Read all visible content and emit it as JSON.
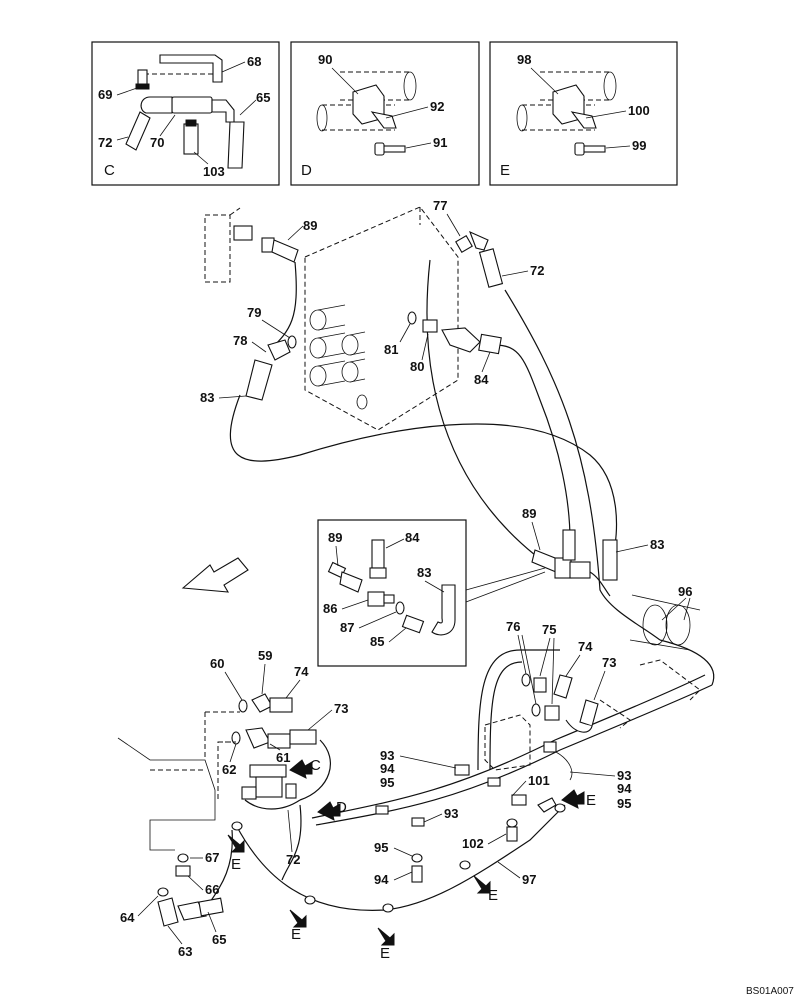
{
  "detail_boxes": [
    {
      "letter": "C",
      "labels": [
        "68",
        "69",
        "65",
        "72",
        "70",
        "103"
      ]
    },
    {
      "letter": "D",
      "labels": [
        "90",
        "92",
        "91"
      ]
    },
    {
      "letter": "E",
      "labels": [
        "98",
        "100",
        "99"
      ]
    }
  ],
  "callouts": [
    "89",
    "77",
    "72",
    "79",
    "78",
    "81",
    "80",
    "84",
    "83",
    "89",
    "83",
    "96",
    "89",
    "84",
    "83",
    "86",
    "87",
    "85",
    "76",
    "75",
    "74",
    "73",
    "60",
    "59",
    "74",
    "73",
    "61",
    "62",
    "93",
    "94",
    "95",
    "101",
    "93",
    "94",
    "95",
    "93",
    "95",
    "102",
    "94",
    "97",
    "67",
    "66",
    "64",
    "63",
    "65",
    "72"
  ],
  "view_markers": [
    "C",
    "D",
    "E",
    "E",
    "E",
    "E",
    "E"
  ],
  "drawing_code": "BS01A007"
}
